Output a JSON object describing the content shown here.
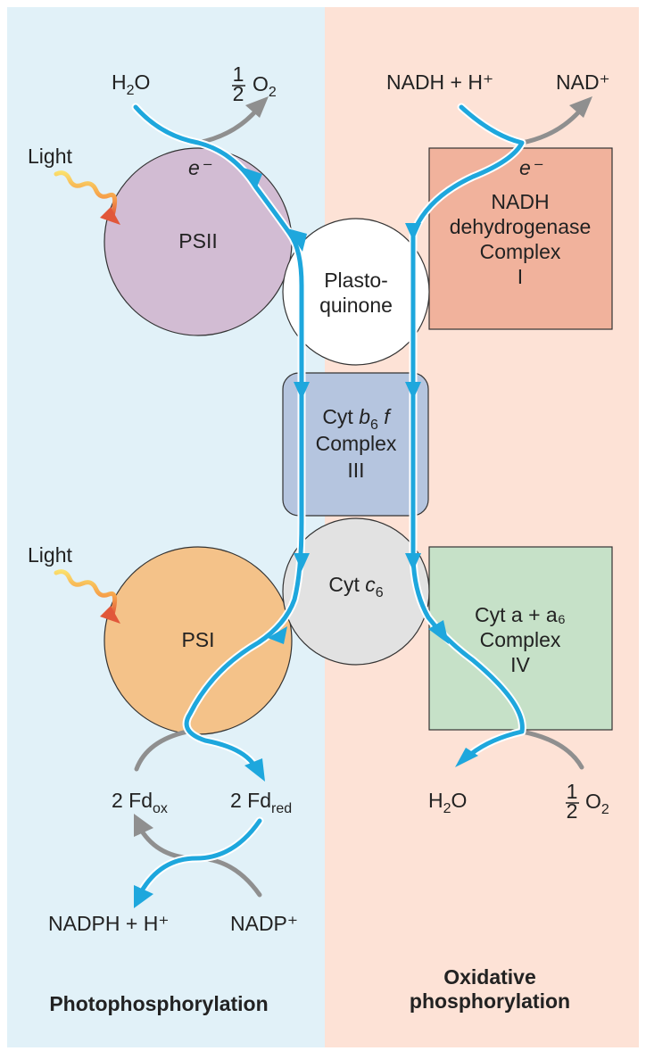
{
  "colors": {
    "left_panel": "#e1f1f8",
    "right_panel": "#fde2d6",
    "psii": "#d2bcd3",
    "psi": "#f4c289",
    "plastoquinone": "#ffffff",
    "cyt_b6f": "#b5c5df",
    "cyt_c6": "#e2e2e2",
    "nadh_dehydrogenase": "#f1b29c",
    "cyt_a_a6": "#c6e1c8",
    "electron_path": "#1ea7dd",
    "reaction_arrow": "#8f8f8f",
    "light": "gradient yellow-to-red wavy arrow"
  },
  "icons": [
    "light-wavy-arrow-icon",
    "electron-flow-arrow-icon",
    "reaction-arrow-icon"
  ],
  "left_panel": {
    "title": "Photophosphorylation",
    "light_top": "Light",
    "light_bottom": "Light",
    "psii": "PSII",
    "psi": "PSI",
    "water_in": {
      "base": "H",
      "sub": "2",
      "rest": "O"
    },
    "oxygen_out": {
      "frac_num": "1",
      "frac_den": "2",
      "base": "O",
      "sub": "2"
    },
    "electron_left": "e⁻",
    "fd_ox": {
      "base": "2 Fd",
      "sub": "ox"
    },
    "fd_red": {
      "base": "2 Fd",
      "sub": "red"
    },
    "nadph": "NADPH + H⁺",
    "nadp": "NADP⁺"
  },
  "right_panel": {
    "title_line1": "Oxidative",
    "title_line2": "phosphorylation",
    "nadh_in": "NADH + H⁺",
    "nad_out": "NAD⁺",
    "electron_right": "e⁻",
    "complex_i": [
      "NADH",
      "dehydrogenase",
      "Complex",
      "I"
    ],
    "complex_iv": [
      "Cyt a + a₆",
      "Complex",
      "IV"
    ],
    "water_out": {
      "base": "H",
      "sub": "2",
      "rest": "O"
    },
    "oxygen_in": {
      "frac_num": "1",
      "frac_den": "2",
      "base": "O",
      "sub": "2"
    }
  },
  "shared": {
    "plastoquinone": [
      "Plasto-",
      "quinone"
    ],
    "cyt_b6f": {
      "line1_a": "Cyt ",
      "line1_b": "b",
      "line1_sub": "6",
      "line1_c": " f",
      "line2": "Complex",
      "line3": "III"
    },
    "cyt_c6": {
      "a": "Cyt ",
      "b": "c",
      "sub": "6"
    }
  }
}
